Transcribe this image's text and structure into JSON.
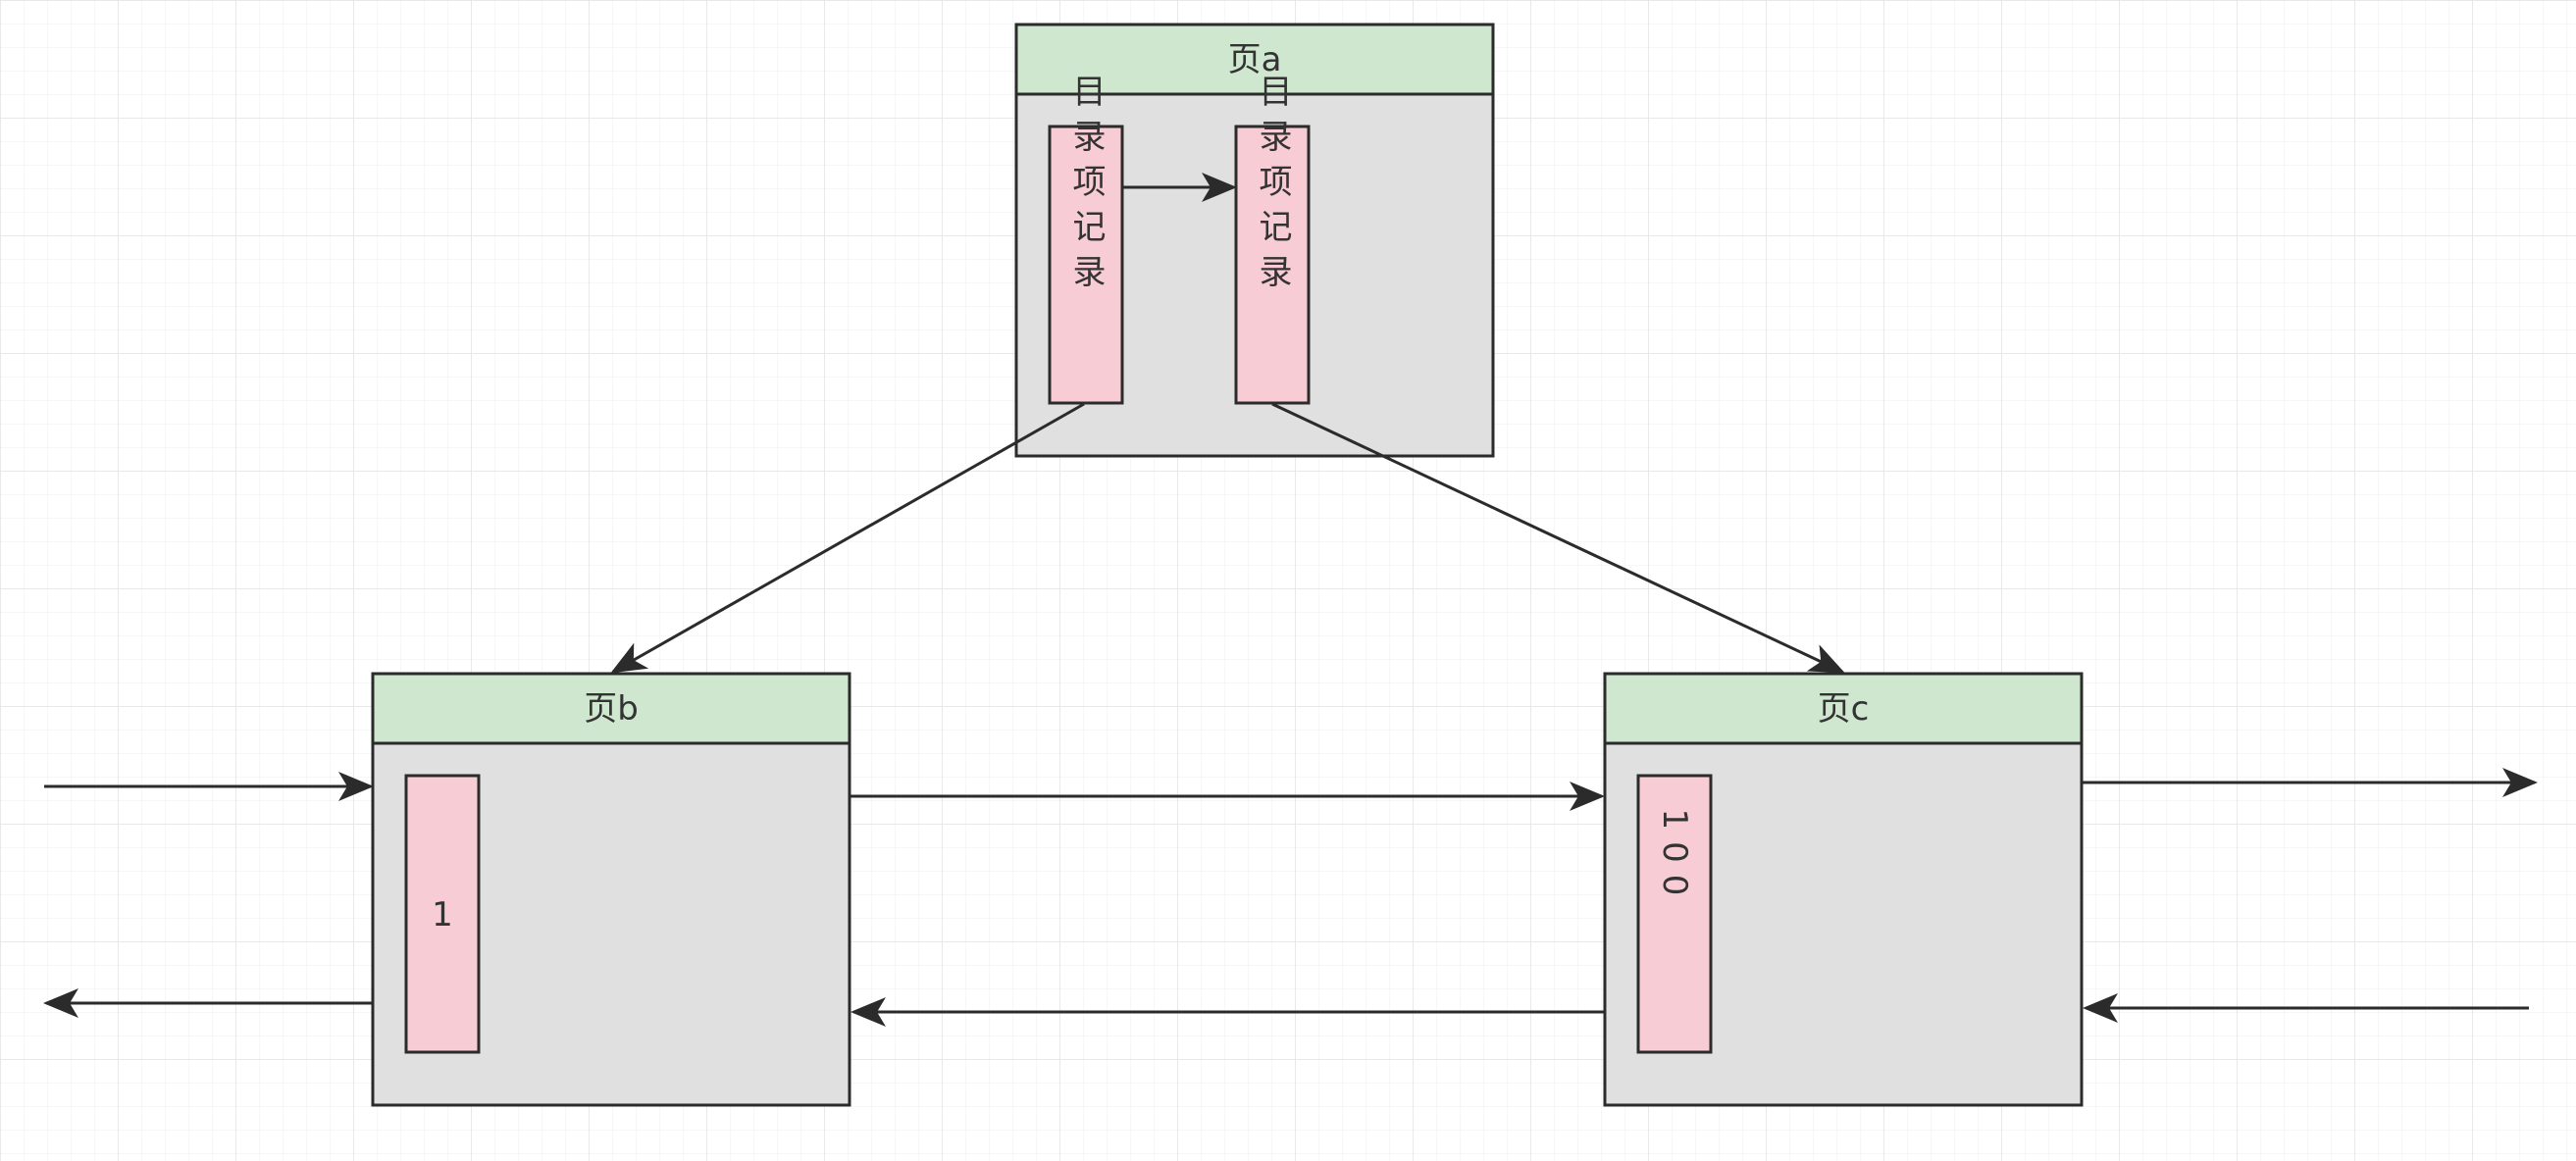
{
  "colors": {
    "grid": "#e6e6e6",
    "header_fill": "#cfe6cf",
    "body_fill": "#e0e0e0",
    "record_fill": "#f8ccd4",
    "stroke": "#2b2b2b"
  },
  "pages": {
    "a": {
      "title": "页a"
    },
    "b": {
      "title": "页b"
    },
    "c": {
      "title": "页c"
    }
  },
  "records": {
    "a1": {
      "label": "目录项记录"
    },
    "a2": {
      "label": "目录项记录"
    },
    "b1": {
      "label": "1"
    },
    "c1": {
      "label": "100"
    }
  }
}
